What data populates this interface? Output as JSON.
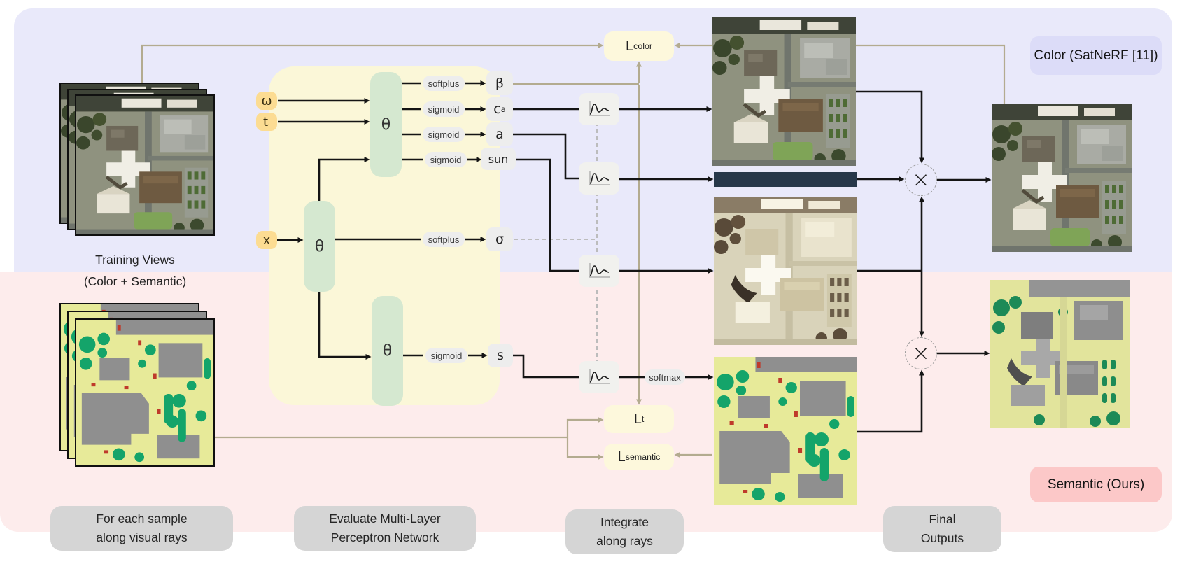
{
  "training_views": {
    "line1": "Training Views",
    "line2": "(Color + Semantic)"
  },
  "mlp": {
    "theta": "θ",
    "inputs": {
      "omega": {
        "label": "ω"
      },
      "t": {
        "label": "t",
        "sub": "j"
      },
      "x": {
        "label": "x"
      }
    },
    "activations": {
      "softplus": "softplus",
      "sigmoid": "sigmoid",
      "softmax": "softmax"
    },
    "outputs": {
      "beta": "β",
      "ca": {
        "label": "c",
        "sub": "a"
      },
      "a": "a",
      "sun": "sun",
      "sigma": "σ",
      "s": "s"
    }
  },
  "losses": {
    "color": {
      "main": "L",
      "sub": "color"
    },
    "t": {
      "main": "L",
      "sub": "t"
    },
    "semantic": {
      "main": "L",
      "sub": "semantic"
    }
  },
  "legends": {
    "color": "Color (SatNeRF [11])",
    "semantic": "Semantic (Ours)"
  },
  "captions": {
    "sample": {
      "line1": "For each sample",
      "line2": "along visual rays"
    },
    "mlp": {
      "line1": "Evaluate Multi-Layer",
      "line2": "Perceptron Network"
    },
    "integrate": {
      "line1": "Integrate",
      "line2": "along rays"
    },
    "outputs": {
      "line1": "Final",
      "line2": "Outputs"
    }
  },
  "operators": {
    "multiply": "×"
  },
  "colors": {
    "color_panel_bg": "#e9e9fa",
    "semantic_panel_bg": "#fdecec",
    "mlp_panel_bg": "#fbf7d8",
    "loss_box_bg": "#fdf8dc",
    "theta_box_bg": "#d5e8d0",
    "input_pill_bg": "#fcdc92",
    "gray_pill_bg": "#ededed",
    "caption_box_bg": "#d5d5d5",
    "legend_color_bg": "#dcdcf8",
    "legend_semantic_bg": "#fcc8c8",
    "arrow_black": "#141414",
    "arrow_tan": "#b3ab8f",
    "dashed_gray": "#bcbcbc",
    "uncertainty_strip": "#27384a"
  }
}
